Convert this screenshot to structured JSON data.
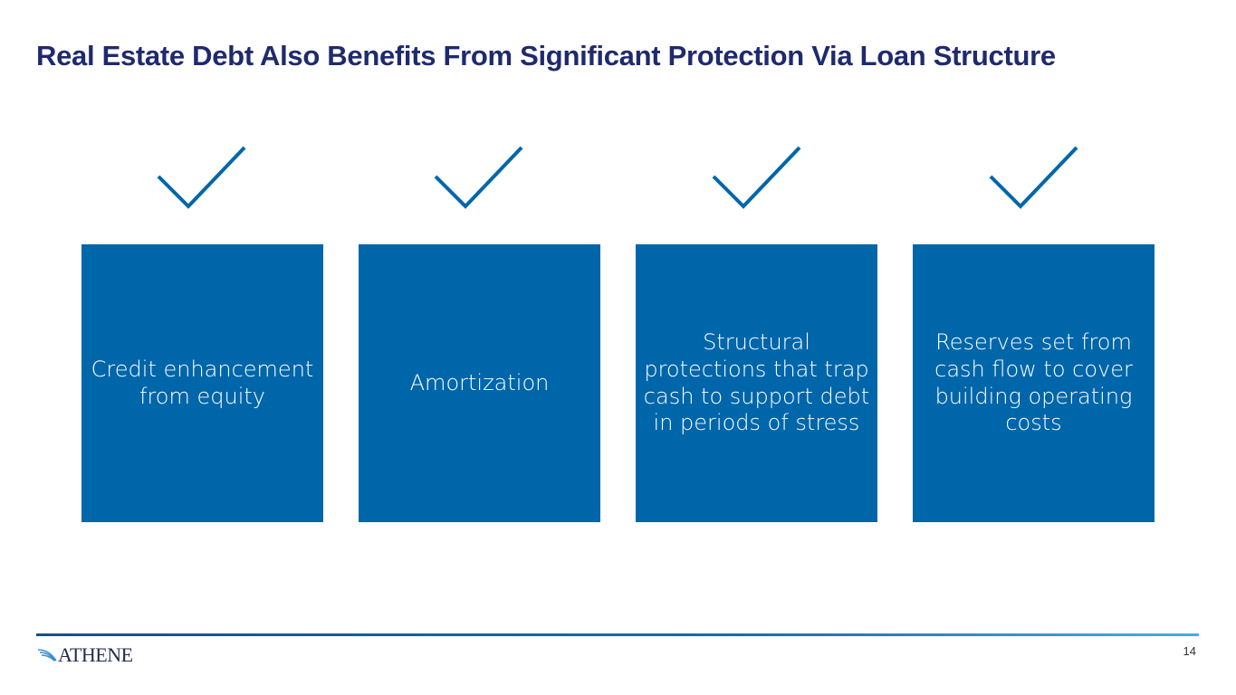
{
  "title": "Real Estate Debt Also Benefits From Significant Protection Via Loan Structure",
  "boxes": [
    {
      "label": "Credit enhancement from equity"
    },
    {
      "label": "Amortization"
    },
    {
      "label": "Structural protections that trap cash to support debt in periods of stress"
    },
    {
      "label": "Reserves set from cash flow to cover building operating costs"
    }
  ],
  "logo": "ATHENE",
  "page_number": "14",
  "colors": {
    "title": "#1f2a6e",
    "box": "#0066aa"
  }
}
